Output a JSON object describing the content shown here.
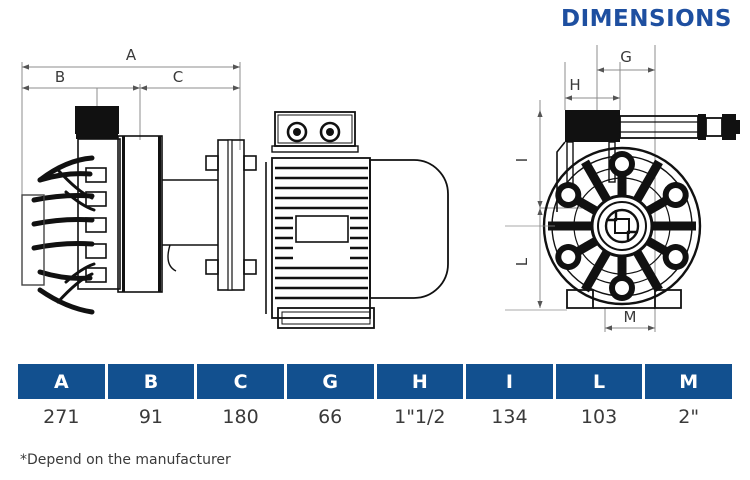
{
  "header": {
    "title": "DIMENSIONS",
    "title_color": "#1e4fa0"
  },
  "table": {
    "header_bg": "#12508f",
    "header_text_color": "#ffffff",
    "columns": [
      {
        "label": "A",
        "value": "271"
      },
      {
        "label": "B",
        "value": "91"
      },
      {
        "label": "C",
        "value": "180"
      },
      {
        "label": "G",
        "value": "66"
      },
      {
        "label": "H",
        "value": "1\"1/2"
      },
      {
        "label": "I",
        "value": "134"
      },
      {
        "label": "L",
        "value": "103"
      },
      {
        "label": "M",
        "value": "2\""
      }
    ]
  },
  "footnote": "*Depend on the manufacturer",
  "drawings": {
    "left": {
      "name": "side-view-pump-motor-assembly",
      "dimension_labels": [
        "A",
        "B",
        "C"
      ]
    },
    "right": {
      "name": "front-view-pump-radial",
      "dimension_labels": [
        "G",
        "H",
        "I",
        "L",
        "M"
      ]
    }
  },
  "dimension_labels": {
    "a": "A",
    "b": "B",
    "c": "C",
    "g": "G",
    "h": "H",
    "i": "I",
    "l": "L",
    "m": "M"
  }
}
